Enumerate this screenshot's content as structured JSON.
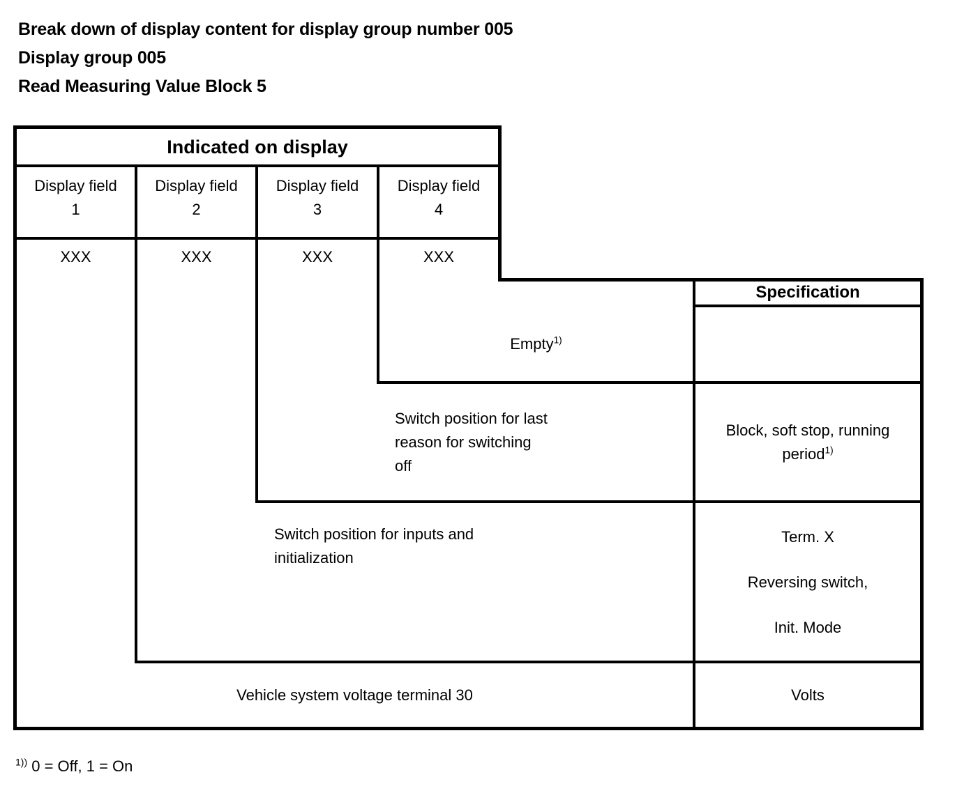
{
  "title": {
    "line1": "Break down of display content for display group number 005",
    "line2": "Display group 005",
    "line3": "Read Measuring Value Block 5"
  },
  "table": {
    "group_header": "Indicated on display",
    "spec_header": "Specification",
    "display_fields": [
      {
        "label": "Display field",
        "number": "1"
      },
      {
        "label": "Display field",
        "number": "2"
      },
      {
        "label": "Display field",
        "number": "3"
      },
      {
        "label": "Display field",
        "number": "4"
      }
    ],
    "value_row": [
      "XXX",
      "XXX",
      "XXX",
      "XXX"
    ],
    "rows": [
      {
        "description": "Empty",
        "description_note": "1)",
        "specification": "",
        "specification_note": ""
      },
      {
        "description_lines": [
          "Switch position for last",
          "reason for switching",
          "off"
        ],
        "specification_lines": [
          "Block, soft stop, running",
          "period"
        ],
        "specification_note": "1)"
      },
      {
        "description_lines": [
          "Switch position for inputs and",
          "initialization"
        ],
        "specification_lines": [
          "Term. X",
          "Reversing switch,",
          "Init. Mode"
        ]
      },
      {
        "description": "Vehicle system voltage terminal 30",
        "specification": "Volts"
      }
    ]
  },
  "footnote": {
    "marker": "1))",
    "text": "0 = Off, 1 = On"
  },
  "colors": {
    "line": "#000000",
    "background": "#ffffff",
    "text": "#000000"
  }
}
